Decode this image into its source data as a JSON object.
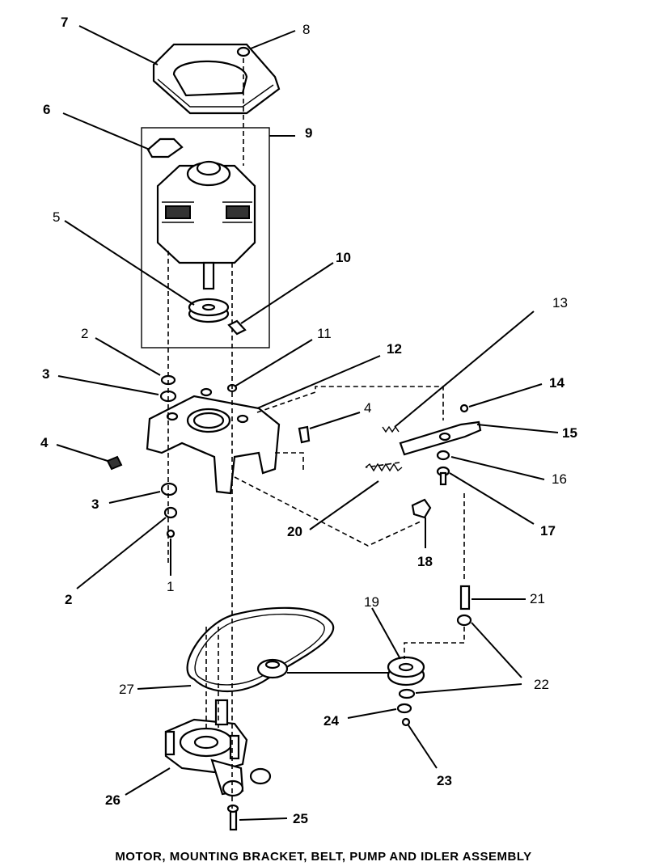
{
  "caption": "MOTOR, MOUNTING BRACKET, BELT, PUMP AND IDLER ASSEMBLY",
  "callouts": [
    "1",
    "2",
    "2",
    "3",
    "3",
    "4",
    "4",
    "5",
    "6",
    "7",
    "8",
    "9",
    "10",
    "11",
    "12",
    "13",
    "14",
    "15",
    "16",
    "17",
    "18",
    "19",
    "20",
    "21",
    "22",
    "23",
    "24",
    "25",
    "26",
    "27"
  ],
  "colors": {
    "ink": "#000000",
    "paper": "#ffffff"
  }
}
